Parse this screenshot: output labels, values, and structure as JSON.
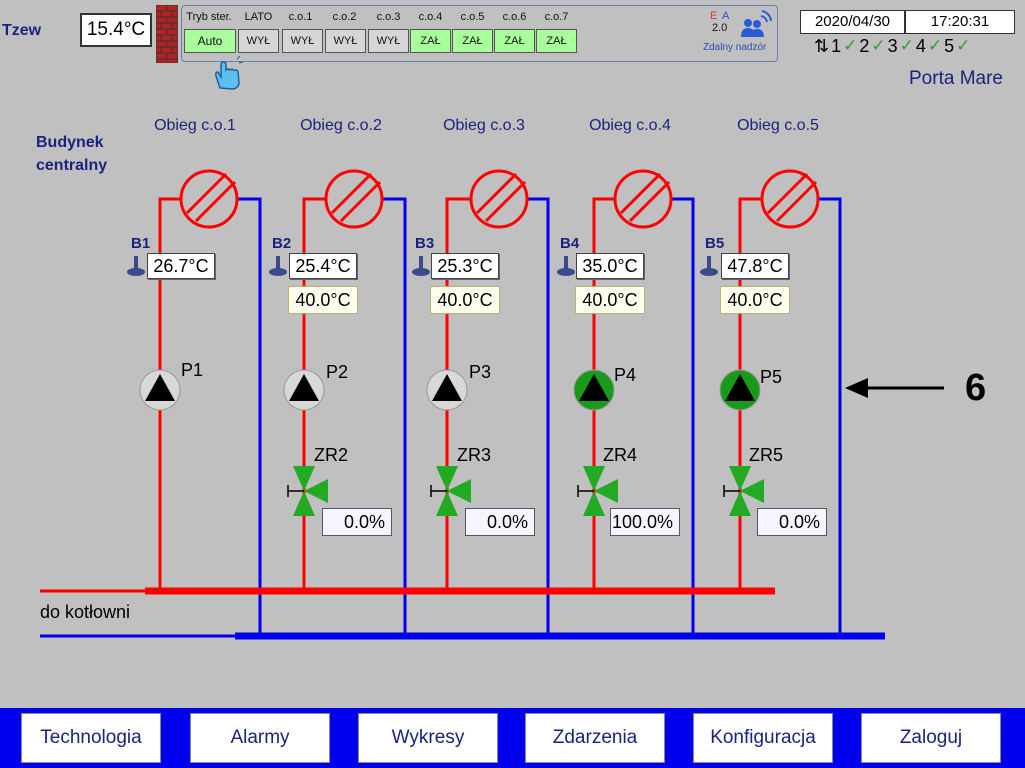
{
  "header": {
    "tzew_label": "Tzew",
    "tzew_value": "15.4°C",
    "mode_heads": [
      "Tryb ster.",
      "LATO",
      "c.o.1",
      "c.o.2",
      "c.o.3",
      "c.o.4",
      "c.o.5",
      "c.o.6",
      "c.o.7"
    ],
    "mode_values": [
      "Auto",
      "WYŁ",
      "WYŁ",
      "WYŁ",
      "WYŁ",
      "ZAŁ",
      "ZAŁ",
      "ZAŁ",
      "ZAŁ"
    ],
    "ea_e": "E",
    "ea_a": "A",
    "ea_version": "2.0",
    "remote_label": "Zdalny nadzór",
    "date": "2020/04/30",
    "time": "17:20:31",
    "status_numbers": [
      "1",
      "2",
      "3",
      "4",
      "5"
    ],
    "site_name": "Porta Mare"
  },
  "plant": {
    "building_line1": "Budynek",
    "building_line2": "centralny",
    "boiler_label": "do kotłowni",
    "arrow_label": "6",
    "circuits": [
      {
        "title": "Obieg c.o.1",
        "sensor": "B1",
        "temp": "26.7°C",
        "pump": "P1",
        "pump_on": false
      },
      {
        "title": "Obieg c.o.2",
        "sensor": "B2",
        "temp": "25.4°C",
        "setpoint": "40.0°C",
        "pump": "P2",
        "pump_on": false,
        "valve": "ZR2",
        "valve_pos": "0.0%"
      },
      {
        "title": "Obieg c.o.3",
        "sensor": "B3",
        "temp": "25.3°C",
        "setpoint": "40.0°C",
        "pump": "P3",
        "pump_on": false,
        "valve": "ZR3",
        "valve_pos": "0.0%"
      },
      {
        "title": "Obieg c.o.4",
        "sensor": "B4",
        "temp": "35.0°C",
        "setpoint": "40.0°C",
        "pump": "P4",
        "pump_on": true,
        "valve": "ZR4",
        "valve_pos": "100.0%"
      },
      {
        "title": "Obieg c.o.5",
        "sensor": "B5",
        "temp": "47.8°C",
        "setpoint": "40.0°C",
        "pump": "P5",
        "pump_on": true,
        "valve": "ZR5",
        "valve_pos": "0.0%"
      }
    ]
  },
  "nav": [
    "Technologia",
    "Alarmy",
    "Wykresy",
    "Zdarzenia",
    "Konfiguracja",
    "Zaloguj"
  ],
  "colors": {
    "supply": "#ff0000",
    "return": "#0000ee",
    "valve": "#22aa22",
    "pump_on": "#1a9a1a",
    "pump_off": "#d8d8d8",
    "status_ok": "#28a428"
  }
}
